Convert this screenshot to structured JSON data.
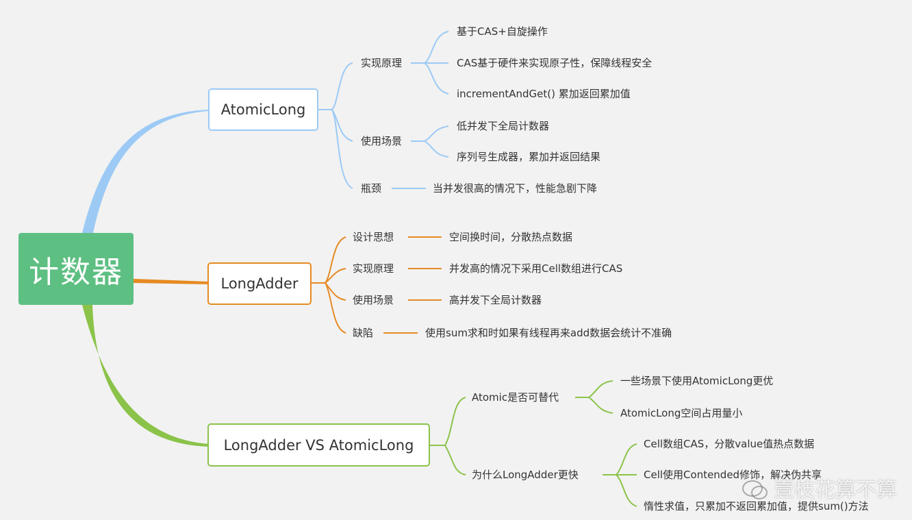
{
  "root": {
    "label": "计数器"
  },
  "atomic": {
    "label": "AtomicLong",
    "impl": {
      "label": "实现原理",
      "items": [
        "基于CAS+自旋操作",
        "CAS基于硬件来实现原子性，保障线程安全",
        "incrementAndGet() 累加返回累加值"
      ]
    },
    "usage": {
      "label": "使用场景",
      "items": [
        "低并发下全局计数器",
        "序列号生成器，累加并返回结果"
      ]
    },
    "bottleneck": {
      "label": "瓶颈",
      "item": "当并发很高的情况下，性能急剧下降"
    }
  },
  "adder": {
    "label": "LongAdder",
    "design": {
      "label": "设计思想",
      "item": "空间换时间，分散热点数据"
    },
    "impl": {
      "label": "实现原理",
      "item": "并发高的情况下采用Cell数组进行CAS"
    },
    "usage": {
      "label": "使用场景",
      "item": "高并发下全局计数器"
    },
    "defect": {
      "label": "缺陷",
      "item": "使用sum求和时如果有线程再来add数据会统计不准确"
    }
  },
  "versus": {
    "label": "LongAdder VS AtomicLong",
    "replace": {
      "label": "Atomic是否可替代",
      "items": [
        "一些场景下使用AtomicLong更优",
        "AtomicLong空间占用量小"
      ]
    },
    "faster": {
      "label": "为什么LongAdder更快",
      "items": [
        "Cell数组CAS，分散value值热点数据",
        "Cell使用Contended修饰，解决伪共享",
        "惰性求值，只累加不返回累加值，提供sum()方法"
      ]
    }
  },
  "watermark": {
    "text": "壹枝花算不算"
  },
  "colors": {
    "blue": "#9ccaf5",
    "orange": "#e58a22",
    "green": "#8bc34a",
    "root": "#5dbf82"
  }
}
